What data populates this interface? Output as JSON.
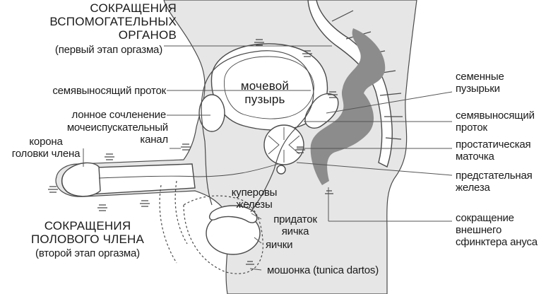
{
  "diagram": {
    "colors": {
      "body_fill": "#e6e6e6",
      "organ_fill": "#ffffff",
      "rectum_fill": "#8c8c8c",
      "outline": "#4a4a4a",
      "leader": "#555555",
      "text": "#1a1a1a"
    },
    "labels": {
      "accessory_title": "СОКРАЩЕНИЯ\nВСПОМОГАТЕЛЬНЫХ\nОРГАНОВ",
      "accessory_sub": "(первый этап оргазма)",
      "vas_deferens_left": "семявыносящий проток",
      "pubic_symphysis": "лонное сочленение",
      "urethra": "мочеиспускательный\nканал",
      "corona": "корона\nголовки члена",
      "penile_title": "СОКРАЩЕНИЯ\nПОЛОВОГО ЧЛЕНА",
      "penile_sub": "(второй этап оргазма)",
      "bladder": "мочевой\nпузырь",
      "cowper": "куперовы\nжелезы",
      "epididymis": "придаток\nяичка",
      "testes": "яички",
      "scrotum": "мошонка (tunica dartos)",
      "seminal_vesicles": "семенные\nпузырьки",
      "vas_deferens_right": "семявыносящий\nпроток",
      "prostatic_utricle": "простатическая\nматочка",
      "prostate": "предстательная\nжелеза",
      "sphincter": "сокращение\nвнешнего\nсфинктера ануса"
    }
  }
}
